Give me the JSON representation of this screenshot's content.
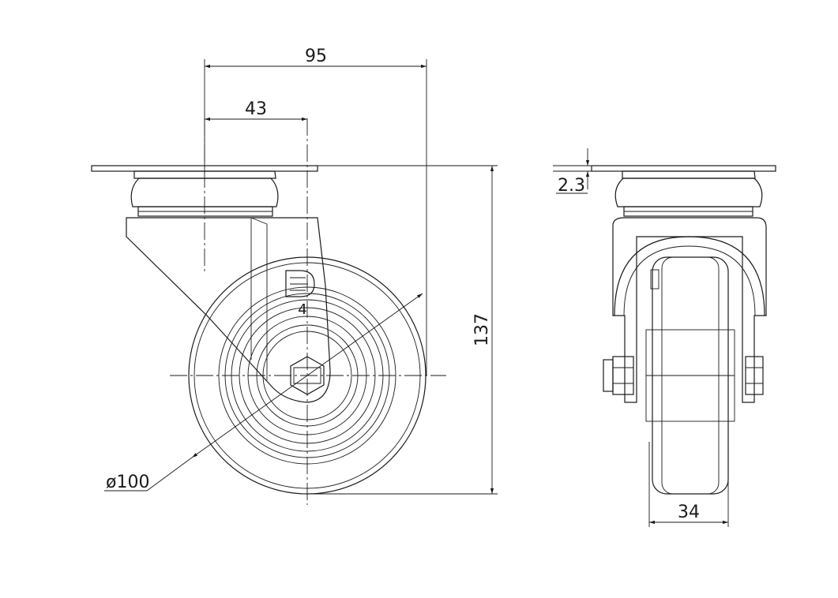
{
  "dimensions": {
    "overall_width": "95",
    "offset": "43",
    "height": "137",
    "wheel_diameter": "ø100",
    "plate_thickness": "2.3",
    "wheel_width": "34"
  },
  "markings": {
    "brand_logo": "D",
    "load_class": "4"
  }
}
